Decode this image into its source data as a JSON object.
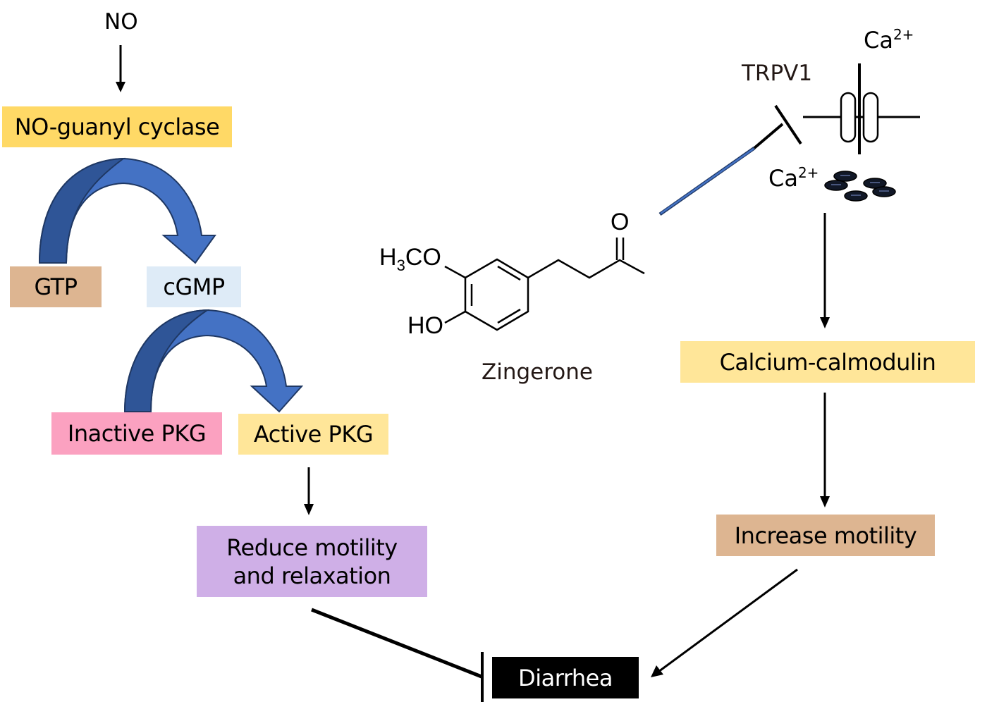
{
  "left_pathway": {
    "input": "NO",
    "enzyme": "NO-guanyl cyclase",
    "substrate": "GTP",
    "product": "cGMP",
    "inactive_kinase": "Inactive PKG",
    "active_kinase": "Active PKG",
    "effect_line1": "Reduce motility",
    "effect_line2": "and relaxation"
  },
  "right_pathway": {
    "receptor": "TRPV1",
    "ion_top_base": "Ca",
    "ion_top_charge": "2+",
    "ion_bottom_base": "Ca",
    "ion_bottom_charge": "2+",
    "mediator": "Calcium-calmodulin",
    "effect": "Increase motility"
  },
  "compound": {
    "name": "Zingerone",
    "group_methoxy_h": "H",
    "group_methoxy_sub": "3",
    "group_methoxy_rest": "CO",
    "group_hydroxyl": "HO",
    "group_carbonyl": "O"
  },
  "outcome": {
    "label": "Diarrhea"
  },
  "colors": {
    "enzyme_box": "#FFD966",
    "gtp_box": "#DDB591",
    "cgmp_box": "#DEEBF7",
    "inactive_pkg_box": "#FBA1C0",
    "active_pkg_box": "#FFE699",
    "reduce_box": "#CFAFE7",
    "calmodulin_box": "#FFE699",
    "increase_box": "#DDB591",
    "diarrhea_box": "#000000",
    "arc_arrow_fill": "#4472C4",
    "arc_arrow_shade": "#2F5597",
    "arc_arrow_stroke": "#1F3864",
    "tether_line": "#4472C4"
  }
}
